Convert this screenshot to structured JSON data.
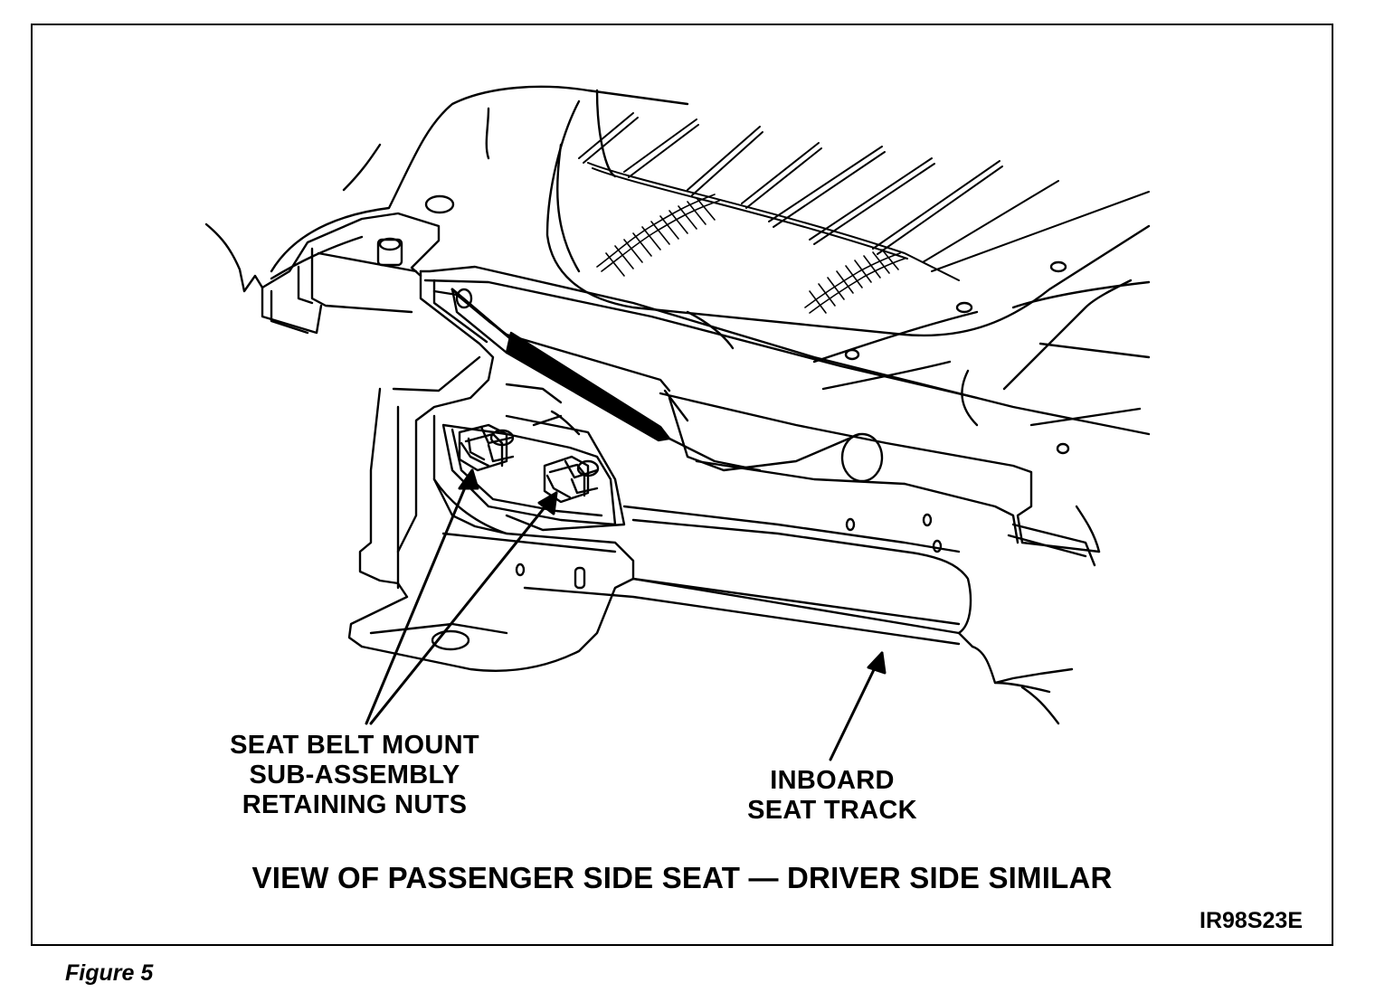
{
  "figure": {
    "label": "Figure 5",
    "code": "IR98S23E",
    "caption": "VIEW OF PASSENGER SIDE SEAT — DRIVER SIDE SIMILAR"
  },
  "callouts": {
    "retaining_nuts": {
      "lines": [
        "SEAT BELT MOUNT",
        "SUB-ASSEMBLY",
        "RETAINING NUTS"
      ]
    },
    "inboard_track": {
      "lines": [
        "INBOARD",
        "SEAT TRACK"
      ]
    }
  },
  "style": {
    "ink": "#000000",
    "paper": "#ffffff"
  }
}
